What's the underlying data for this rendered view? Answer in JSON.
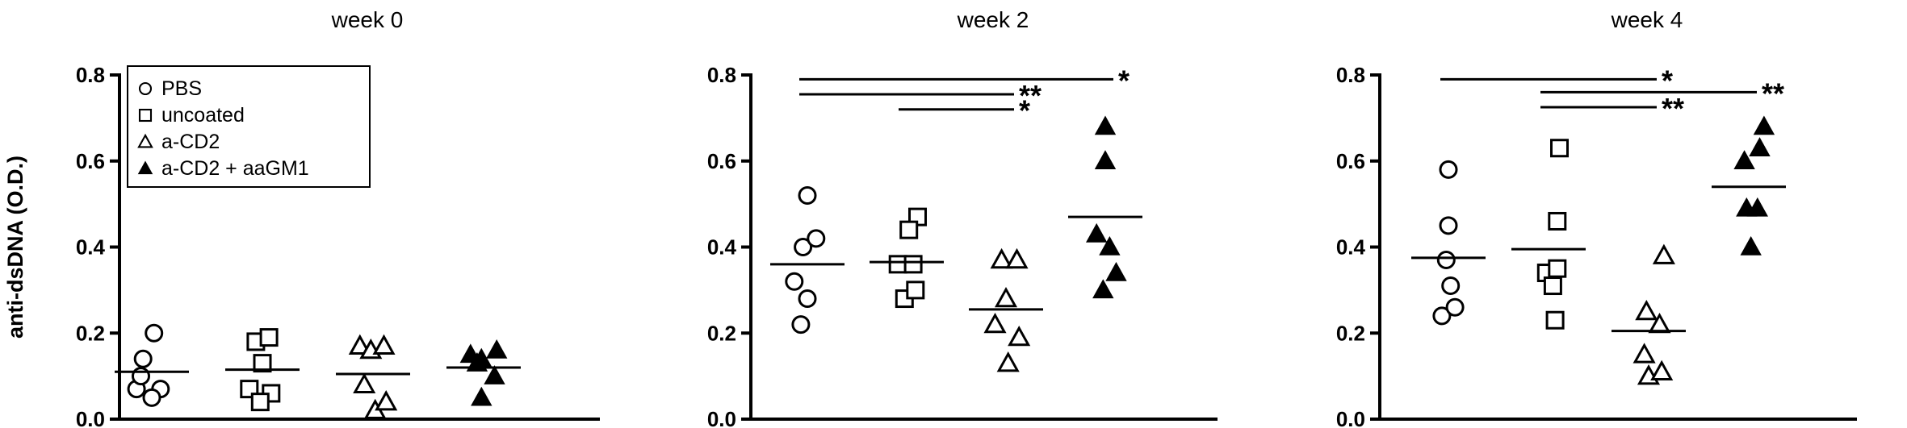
{
  "chart_data": [
    {
      "type": "scatter",
      "title": "week 0",
      "ylabel": "anti-dsDNA (O.D.)",
      "ylim": [
        0,
        0.8
      ],
      "yticks": [
        "0.0",
        "0.2",
        "0.4",
        "0.6",
        "0.8"
      ],
      "legend": {
        "placement": "top-left",
        "entries": [
          "PBS",
          "uncoated",
          "a-CD2",
          "a-CD2 + aaGM1"
        ]
      },
      "groups": [
        {
          "name": "PBS",
          "marker": "circle-open",
          "mean": 0.11,
          "points": [
            [
              -0.35,
              0.07
            ],
            [
              -0.2,
              0.14
            ],
            [
              0.05,
              0.2
            ],
            [
              -0.25,
              0.1
            ],
            [
              0.2,
              0.07
            ],
            [
              0.0,
              0.05
            ]
          ]
        },
        {
          "name": "uncoated",
          "marker": "square-open",
          "mean": 0.115,
          "points": [
            [
              -0.15,
              0.18
            ],
            [
              0.15,
              0.19
            ],
            [
              0.0,
              0.13
            ],
            [
              -0.3,
              0.07
            ],
            [
              0.2,
              0.06
            ],
            [
              -0.05,
              0.04
            ]
          ]
        },
        {
          "name": "a-CD2",
          "marker": "triangle-open",
          "mean": 0.105,
          "points": [
            [
              -0.3,
              0.17
            ],
            [
              -0.05,
              0.16
            ],
            [
              0.25,
              0.17
            ],
            [
              -0.2,
              0.08
            ],
            [
              0.05,
              0.02
            ],
            [
              0.3,
              0.04
            ]
          ]
        },
        {
          "name": "a-CD2 + aaGM1",
          "marker": "triangle-filled",
          "mean": 0.12,
          "points": [
            [
              -0.3,
              0.15
            ],
            [
              -0.05,
              0.14
            ],
            [
              0.3,
              0.16
            ],
            [
              -0.15,
              0.13
            ],
            [
              -0.05,
              0.05
            ],
            [
              0.25,
              0.1
            ]
          ]
        }
      ],
      "brackets": []
    },
    {
      "type": "scatter",
      "title": "week 2",
      "ylim": [
        0,
        0.8
      ],
      "yticks": [
        "0.0",
        "0.2",
        "0.4",
        "0.6",
        "0.8"
      ],
      "groups": [
        {
          "name": "PBS",
          "marker": "circle-open",
          "mean": 0.36,
          "points": [
            [
              0.0,
              0.52
            ],
            [
              -0.1,
              0.4
            ],
            [
              0.2,
              0.42
            ],
            [
              -0.3,
              0.32
            ],
            [
              0.0,
              0.28
            ],
            [
              -0.15,
              0.22
            ]
          ]
        },
        {
          "name": "uncoated",
          "marker": "square-open",
          "mean": 0.365,
          "points": [
            [
              0.25,
              0.47
            ],
            [
              0.05,
              0.44
            ],
            [
              -0.2,
              0.36
            ],
            [
              0.15,
              0.36
            ],
            [
              -0.05,
              0.28
            ],
            [
              0.2,
              0.3
            ]
          ]
        },
        {
          "name": "a-CD2",
          "marker": "triangle-open",
          "mean": 0.255,
          "points": [
            [
              -0.1,
              0.37
            ],
            [
              0.25,
              0.37
            ],
            [
              0.0,
              0.28
            ],
            [
              -0.25,
              0.22
            ],
            [
              0.3,
              0.19
            ],
            [
              0.05,
              0.13
            ]
          ]
        },
        {
          "name": "a-CD2 + aaGM1",
          "marker": "triangle-filled",
          "mean": 0.47,
          "points": [
            [
              0.0,
              0.68
            ],
            [
              0.0,
              0.6
            ],
            [
              -0.2,
              0.43
            ],
            [
              0.1,
              0.4
            ],
            [
              0.25,
              0.34
            ],
            [
              -0.05,
              0.3
            ]
          ]
        }
      ],
      "brackets": [
        {
          "from": 0,
          "to": 3,
          "y": 0.79,
          "label": "*"
        },
        {
          "from": 0,
          "to": 2,
          "y": 0.755,
          "label": "**"
        },
        {
          "from": 1,
          "to": 2,
          "y": 0.72,
          "label": "*"
        }
      ]
    },
    {
      "type": "scatter",
      "title": "week 4",
      "ylim": [
        0,
        0.8
      ],
      "yticks": [
        "0.0",
        "0.2",
        "0.4",
        "0.6",
        "0.8"
      ],
      "groups": [
        {
          "name": "PBS",
          "marker": "circle-open",
          "mean": 0.375,
          "points": [
            [
              0.0,
              0.58
            ],
            [
              0.0,
              0.45
            ],
            [
              -0.05,
              0.37
            ],
            [
              0.05,
              0.31
            ],
            [
              -0.15,
              0.24
            ],
            [
              0.15,
              0.26
            ]
          ]
        },
        {
          "name": "uncoated",
          "marker": "square-open",
          "mean": 0.395,
          "points": [
            [
              0.25,
              0.63
            ],
            [
              0.2,
              0.46
            ],
            [
              -0.05,
              0.34
            ],
            [
              0.2,
              0.35
            ],
            [
              0.1,
              0.31
            ],
            [
              0.15,
              0.23
            ]
          ]
        },
        {
          "name": "a-CD2",
          "marker": "triangle-open",
          "mean": 0.205,
          "points": [
            [
              0.35,
              0.38
            ],
            [
              -0.05,
              0.25
            ],
            [
              0.25,
              0.22
            ],
            [
              -0.1,
              0.15
            ],
            [
              0.0,
              0.1
            ],
            [
              0.3,
              0.11
            ]
          ]
        },
        {
          "name": "a-CD2 + aaGM1",
          "marker": "triangle-filled",
          "mean": 0.54,
          "points": [
            [
              0.35,
              0.68
            ],
            [
              0.25,
              0.63
            ],
            [
              -0.1,
              0.6
            ],
            [
              -0.05,
              0.49
            ],
            [
              0.2,
              0.49
            ],
            [
              0.05,
              0.4
            ]
          ]
        }
      ],
      "brackets": [
        {
          "from": 0,
          "to": 2,
          "y": 0.79,
          "label": "*"
        },
        {
          "from": 1,
          "to": 3,
          "y": 0.76,
          "label": "**"
        },
        {
          "from": 1,
          "to": 2,
          "y": 0.725,
          "label": "**"
        }
      ]
    }
  ]
}
